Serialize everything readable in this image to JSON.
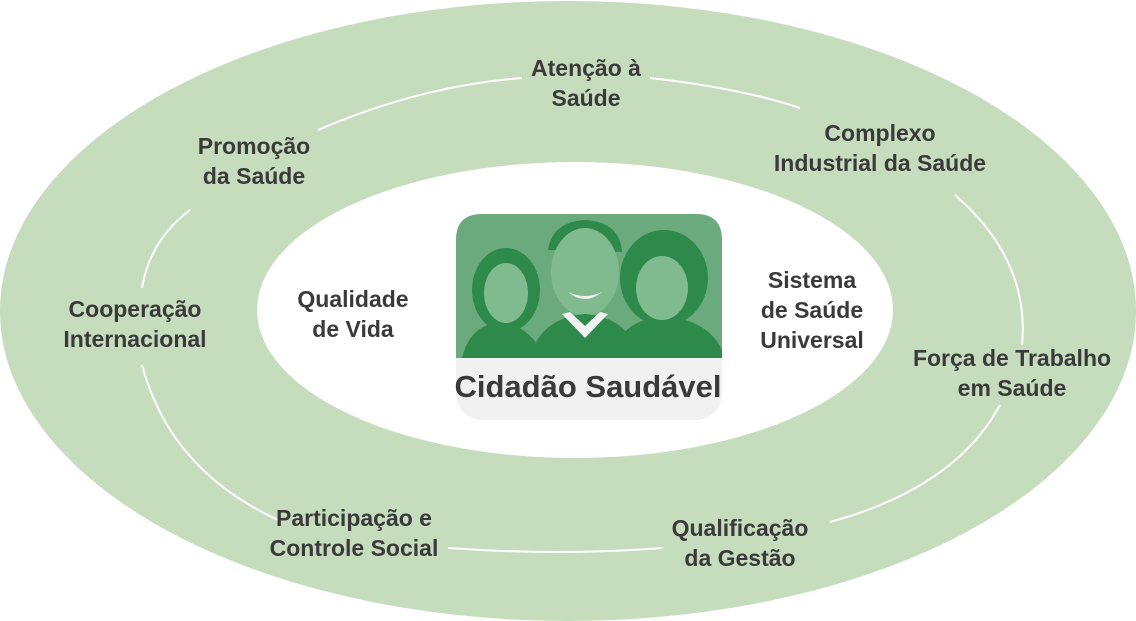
{
  "colors": {
    "outer_ring": "#c6ddbd",
    "inner_field": "#ffffff",
    "connector": "#ffffff",
    "logo_background": "#6aaa7c",
    "logo_figures": "#2e8a4a",
    "logo_caption_bg": "#f1f1f1",
    "text": "#3a3a3a"
  },
  "center": {
    "title": "Cidadão Saudável",
    "icon": "three-people-portrait-icon"
  },
  "inner_labels": {
    "left": [
      "Qualidade",
      "de Vida"
    ],
    "right": [
      "Sistema",
      "de Saúde",
      "Universal"
    ]
  },
  "outer_labels": {
    "atencao": [
      "Atenção à",
      "Saúde"
    ],
    "complexo": [
      "Complexo",
      "Industrial da Saúde"
    ],
    "forca": [
      "Força de Trabalho",
      "em Saúde"
    ],
    "qualificacao": [
      "Qualificação",
      "da Gestão"
    ],
    "participacao": [
      "Participação e",
      "Controle Social"
    ],
    "cooperacao": [
      "Cooperação",
      "Internacional"
    ],
    "promocao": [
      "Promoção",
      "da Saúde"
    ]
  }
}
